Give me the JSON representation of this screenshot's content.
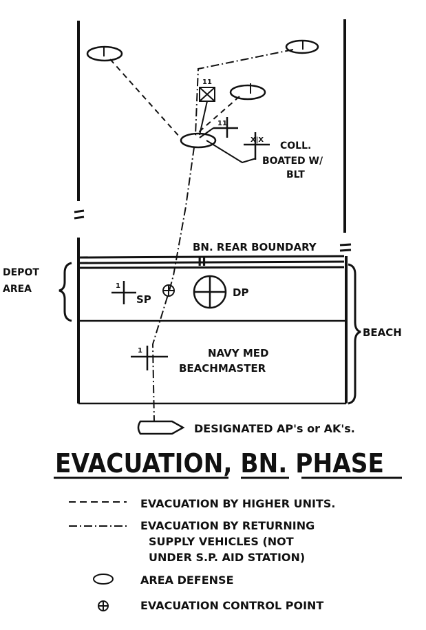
{
  "diagram": {
    "labels": {
      "coll_line1": "COLL.",
      "coll_line2": "BOATED W/",
      "coll_line3": "BLT",
      "rear_boundary": "BN. REAR BOUNDARY",
      "depot_line1": "DEPOT",
      "depot_line2": "AREA",
      "sp": "SP",
      "dp": "DP",
      "beach": "BEACH",
      "navy_line1": "NAVY MED",
      "navy_line2": "BEACHMASTER",
      "designated": "DESIGNATED AP's or AK's.",
      "unit_mark_1": "1",
      "unit_mark_2": "11",
      "unit_mark_3": "X|X",
      "boundary_mark": "=",
      "depot_boundary_mark": "II"
    },
    "title": "EVACUATION, BN. PHASE"
  },
  "legend": {
    "items": [
      {
        "symbol": "dashed-line",
        "label": "EVACUATION BY HIGHER UNITS."
      },
      {
        "symbol": "dash-dot-line",
        "label": "EVACUATION BY RETURNING",
        "label2": "SUPPLY VEHICLES (NOT",
        "label3": "UNDER S.P. AID STATION)"
      },
      {
        "symbol": "area-defense-oval",
        "label": "AREA DEFENSE"
      },
      {
        "symbol": "control-point-circle",
        "label": "EVACUATION CONTROL POINT"
      }
    ]
  },
  "colors": {
    "ink": "#111111",
    "paper": "#ffffff"
  }
}
